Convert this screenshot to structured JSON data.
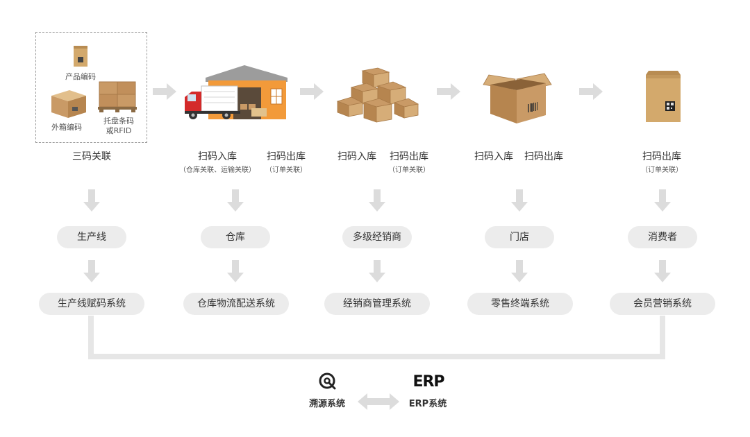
{
  "colors": {
    "arrow": "#dcdcdc",
    "pill_bg": "#ececec",
    "connector": "#e6e6e6",
    "box": "#c99a66",
    "accent_roof": "#f29a3a"
  },
  "stage1": {
    "product_code": "产品编码",
    "outer_code": "外箱编码",
    "pallet_code": "托盘条码",
    "pallet_rfid": "或RFID",
    "caption": "三码关联"
  },
  "stage2": {
    "in_label": "扫码入库",
    "in_note": "（仓库关联、运输关联）",
    "out_label": "扫码出库",
    "out_note": "（订单关联）"
  },
  "stage3": {
    "in_label": "扫码入库",
    "out_label": "扫码出库",
    "out_note": "（订单关联）"
  },
  "stage4": {
    "in_label": "扫码入库",
    "out_label": "扫码出库"
  },
  "stage5": {
    "out_label": "扫码出库",
    "out_note": "（订单关联）"
  },
  "nodes": [
    "生产线",
    "仓库",
    "多级经销商",
    "门店",
    "消费者"
  ],
  "systems": [
    "生产线赋码系统",
    "仓库物流配送系统",
    "经销商管理系统",
    "零售终端系统",
    "会员营销系统"
  ],
  "bottom": {
    "trace_label": "溯源系统",
    "erp_logo": "ERP",
    "erp_label": "ERP系统"
  }
}
